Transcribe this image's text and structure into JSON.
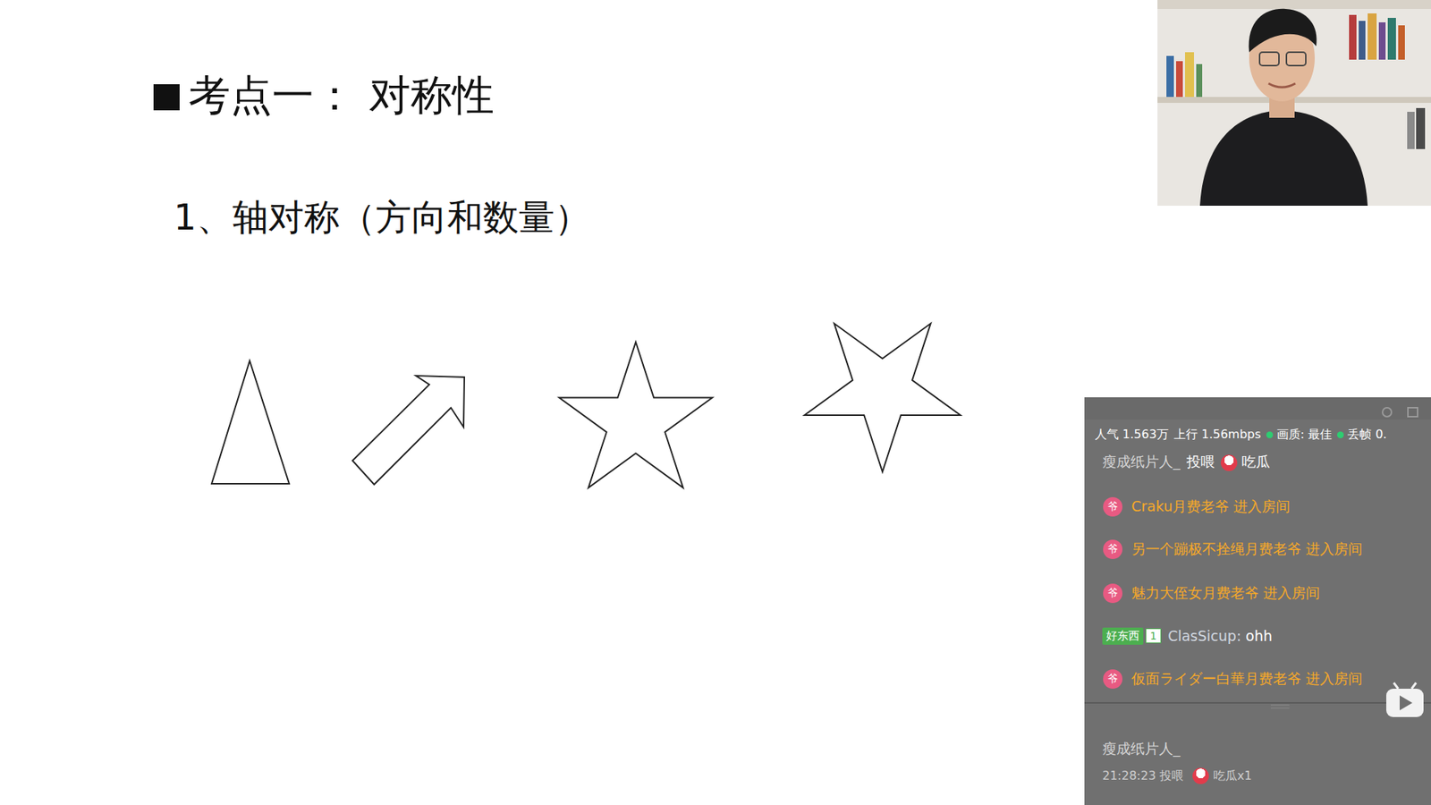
{
  "diagram": {
    "title": "考点一： 对称性",
    "labels": [
      "1、轴对称（方向和数量）",
      "人气 1.563万",
      "上行 1.56mbps",
      "画质: 最佳",
      "丢帧 0.",
      "瘦成纸片人_",
      "投喂",
      "吃瓜",
      "爷",
      "Craku月费老爷 进入房间",
      "爷",
      "另一个蹦极不拴绳月费老爷 进入房间",
      "爷",
      "魅力大侄女月费老爷 进入房间",
      "好东西",
      "1",
      "ClasSicup:",
      "ohh",
      "爷",
      "仮面ライダー白華月费老爷 进入房间",
      "瘦成纸片人_",
      "21:28:23 投喂",
      "吃瓜x1"
    ]
  }
}
